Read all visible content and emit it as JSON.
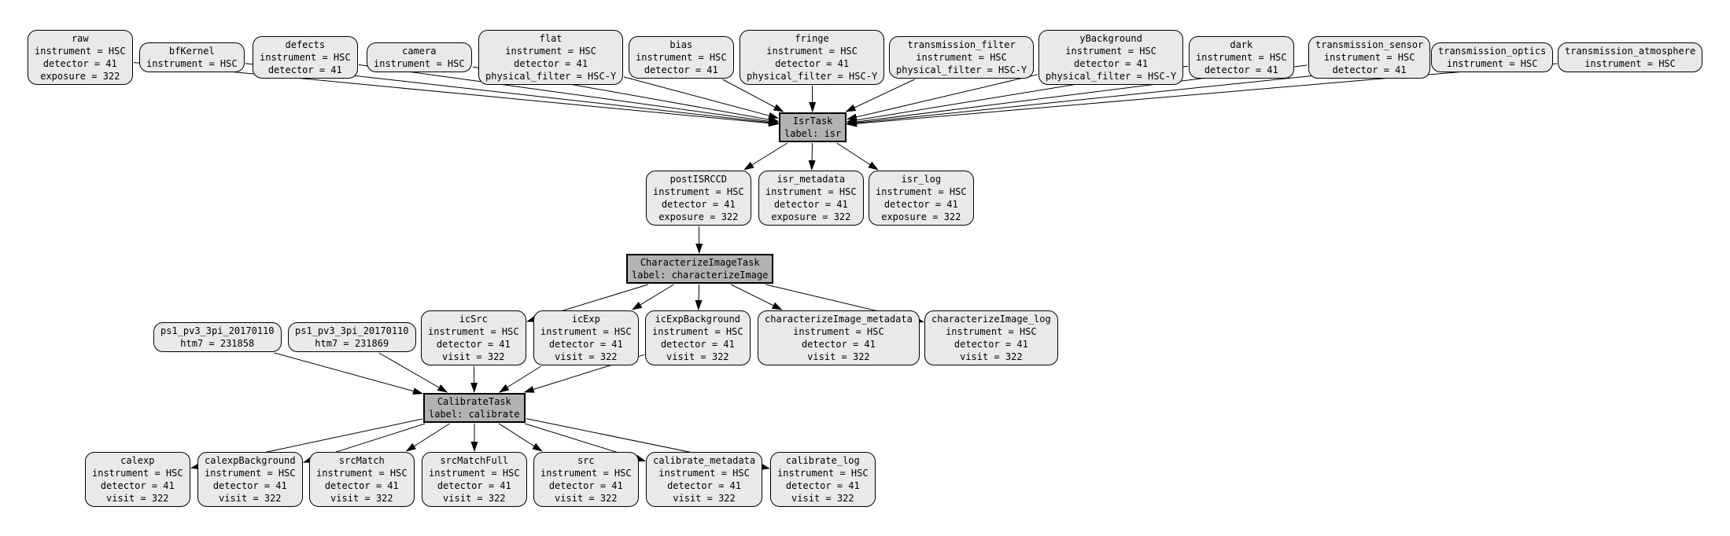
{
  "diagram": {
    "colors": {
      "background": "#ffffff",
      "dataset_fill": "#e9e9e9",
      "task_fill": "#b2b2b2",
      "border": "#000000",
      "edge": "#000000"
    },
    "nodes": [
      {
        "id": "raw",
        "type": "dataset",
        "title": "raw",
        "attrs": [
          "instrument = HSC",
          "detector = 41",
          "exposure = 322"
        ]
      },
      {
        "id": "bfKernel",
        "type": "dataset",
        "title": "bfKernel",
        "attrs": [
          "instrument = HSC"
        ]
      },
      {
        "id": "defects",
        "type": "dataset",
        "title": "defects",
        "attrs": [
          "instrument = HSC",
          "detector = 41"
        ]
      },
      {
        "id": "camera",
        "type": "dataset",
        "title": "camera",
        "attrs": [
          "instrument = HSC"
        ]
      },
      {
        "id": "flat",
        "type": "dataset",
        "title": "flat",
        "attrs": [
          "instrument = HSC",
          "detector = 41",
          "physical_filter = HSC-Y"
        ]
      },
      {
        "id": "bias",
        "type": "dataset",
        "title": "bias",
        "attrs": [
          "instrument = HSC",
          "detector = 41"
        ]
      },
      {
        "id": "fringe",
        "type": "dataset",
        "title": "fringe",
        "attrs": [
          "instrument = HSC",
          "detector = 41",
          "physical_filter = HSC-Y"
        ]
      },
      {
        "id": "transmission_filter",
        "type": "dataset",
        "title": "transmission_filter",
        "attrs": [
          "instrument = HSC",
          "physical_filter = HSC-Y"
        ]
      },
      {
        "id": "yBackground",
        "type": "dataset",
        "title": "yBackground",
        "attrs": [
          "instrument = HSC",
          "detector = 41",
          "physical_filter = HSC-Y"
        ]
      },
      {
        "id": "dark",
        "type": "dataset",
        "title": "dark",
        "attrs": [
          "instrument = HSC",
          "detector = 41"
        ]
      },
      {
        "id": "transmission_sensor",
        "type": "dataset",
        "title": "transmission_sensor",
        "attrs": [
          "instrument = HSC",
          "detector = 41"
        ]
      },
      {
        "id": "transmission_optics",
        "type": "dataset",
        "title": "transmission_optics",
        "attrs": [
          "instrument = HSC"
        ]
      },
      {
        "id": "transmission_atmosphere",
        "type": "dataset",
        "title": "transmission_atmosphere",
        "attrs": [
          "instrument = HSC"
        ]
      },
      {
        "id": "IsrTask",
        "type": "task",
        "title": "IsrTask",
        "attrs": [
          "label: isr"
        ]
      },
      {
        "id": "postISRCCD",
        "type": "dataset",
        "title": "postISRCCD",
        "attrs": [
          "instrument = HSC",
          "detector = 41",
          "exposure = 322"
        ]
      },
      {
        "id": "isr_metadata",
        "type": "dataset",
        "title": "isr_metadata",
        "attrs": [
          "instrument = HSC",
          "detector = 41",
          "exposure = 322"
        ]
      },
      {
        "id": "isr_log",
        "type": "dataset",
        "title": "isr_log",
        "attrs": [
          "instrument = HSC",
          "detector = 41",
          "exposure = 322"
        ]
      },
      {
        "id": "CharacterizeImageTask",
        "type": "task",
        "title": "CharacterizeImageTask",
        "attrs": [
          "label: characterizeImage"
        ]
      },
      {
        "id": "ps1_a",
        "type": "dataset",
        "title": "ps1_pv3_3pi_20170110",
        "attrs": [
          "htm7 = 231858"
        ]
      },
      {
        "id": "ps1_b",
        "type": "dataset",
        "title": "ps1_pv3_3pi_20170110",
        "attrs": [
          "htm7 = 231869"
        ]
      },
      {
        "id": "icSrc",
        "type": "dataset",
        "title": "icSrc",
        "attrs": [
          "instrument = HSC",
          "detector = 41",
          "visit = 322"
        ]
      },
      {
        "id": "icExp",
        "type": "dataset",
        "title": "icExp",
        "attrs": [
          "instrument = HSC",
          "detector = 41",
          "visit = 322"
        ]
      },
      {
        "id": "icExpBackground",
        "type": "dataset",
        "title": "icExpBackground",
        "attrs": [
          "instrument = HSC",
          "detector = 41",
          "visit = 322"
        ]
      },
      {
        "id": "characterizeImage_metadata",
        "type": "dataset",
        "title": "characterizeImage_metadata",
        "attrs": [
          "instrument = HSC",
          "detector = 41",
          "visit = 322"
        ]
      },
      {
        "id": "characterizeImage_log",
        "type": "dataset",
        "title": "characterizeImage_log",
        "attrs": [
          "instrument = HSC",
          "detector = 41",
          "visit = 322"
        ]
      },
      {
        "id": "CalibrateTask",
        "type": "task",
        "title": "CalibrateTask",
        "attrs": [
          "label: calibrate"
        ]
      },
      {
        "id": "calexp",
        "type": "dataset",
        "title": "calexp",
        "attrs": [
          "instrument = HSC",
          "detector = 41",
          "visit = 322"
        ]
      },
      {
        "id": "calexpBackground",
        "type": "dataset",
        "title": "calexpBackground",
        "attrs": [
          "instrument = HSC",
          "detector = 41",
          "visit = 322"
        ]
      },
      {
        "id": "srcMatch",
        "type": "dataset",
        "title": "srcMatch",
        "attrs": [
          "instrument = HSC",
          "detector = 41",
          "visit = 322"
        ]
      },
      {
        "id": "srcMatchFull",
        "type": "dataset",
        "title": "srcMatchFull",
        "attrs": [
          "instrument = HSC",
          "detector = 41",
          "visit = 322"
        ]
      },
      {
        "id": "src",
        "type": "dataset",
        "title": "src",
        "attrs": [
          "instrument = HSC",
          "detector = 41",
          "visit = 322"
        ]
      },
      {
        "id": "calibrate_metadata",
        "type": "dataset",
        "title": "calibrate_metadata",
        "attrs": [
          "instrument = HSC",
          "detector = 41",
          "visit = 322"
        ]
      },
      {
        "id": "calibrate_log",
        "type": "dataset",
        "title": "calibrate_log",
        "attrs": [
          "instrument = HSC",
          "detector = 41",
          "visit = 322"
        ]
      }
    ],
    "edges": [
      {
        "from": "raw",
        "to": "IsrTask"
      },
      {
        "from": "bfKernel",
        "to": "IsrTask"
      },
      {
        "from": "defects",
        "to": "IsrTask"
      },
      {
        "from": "camera",
        "to": "IsrTask"
      },
      {
        "from": "flat",
        "to": "IsrTask"
      },
      {
        "from": "bias",
        "to": "IsrTask"
      },
      {
        "from": "fringe",
        "to": "IsrTask"
      },
      {
        "from": "transmission_filter",
        "to": "IsrTask"
      },
      {
        "from": "yBackground",
        "to": "IsrTask"
      },
      {
        "from": "dark",
        "to": "IsrTask"
      },
      {
        "from": "transmission_sensor",
        "to": "IsrTask"
      },
      {
        "from": "transmission_optics",
        "to": "IsrTask"
      },
      {
        "from": "transmission_atmosphere",
        "to": "IsrTask"
      },
      {
        "from": "IsrTask",
        "to": "postISRCCD"
      },
      {
        "from": "IsrTask",
        "to": "isr_metadata"
      },
      {
        "from": "IsrTask",
        "to": "isr_log"
      },
      {
        "from": "postISRCCD",
        "to": "CharacterizeImageTask"
      },
      {
        "from": "CharacterizeImageTask",
        "to": "icSrc"
      },
      {
        "from": "CharacterizeImageTask",
        "to": "icExp"
      },
      {
        "from": "CharacterizeImageTask",
        "to": "icExpBackground"
      },
      {
        "from": "CharacterizeImageTask",
        "to": "characterizeImage_metadata"
      },
      {
        "from": "CharacterizeImageTask",
        "to": "characterizeImage_log"
      },
      {
        "from": "ps1_a",
        "to": "CalibrateTask"
      },
      {
        "from": "ps1_b",
        "to": "CalibrateTask"
      },
      {
        "from": "icSrc",
        "to": "CalibrateTask"
      },
      {
        "from": "icExp",
        "to": "CalibrateTask"
      },
      {
        "from": "icExpBackground",
        "to": "CalibrateTask"
      },
      {
        "from": "CalibrateTask",
        "to": "calexp"
      },
      {
        "from": "CalibrateTask",
        "to": "calexpBackground"
      },
      {
        "from": "CalibrateTask",
        "to": "srcMatch"
      },
      {
        "from": "CalibrateTask",
        "to": "srcMatchFull"
      },
      {
        "from": "CalibrateTask",
        "to": "src"
      },
      {
        "from": "CalibrateTask",
        "to": "calibrate_metadata"
      },
      {
        "from": "CalibrateTask",
        "to": "calibrate_log"
      }
    ]
  }
}
